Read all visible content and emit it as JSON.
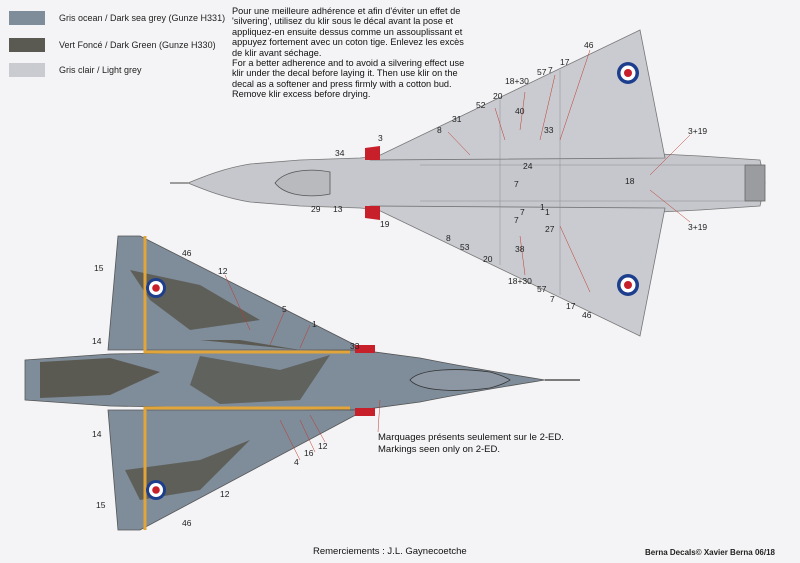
{
  "legend": [
    {
      "label": "Gris ocean / Dark sea grey (Gunze H331)",
      "color": "#7f8c9a"
    },
    {
      "label": "Vert Foncé / Dark Green (Gunze H330)",
      "color": "#5b5a52"
    },
    {
      "label": "Gris clair / Light grey",
      "color": "#c9cbd0"
    }
  ],
  "instructions": {
    "fr": "Pour une meilleure adhérence et afin d'éviter un effet de 'silvering', utilisez du klir sous le décal avant la pose et appliquez-en ensuite dessus comme un assouplissant et appuyez fortement avec un coton tige. Enlevez les excès de klir avant séchage.",
    "en": "For a better adherence and to avoid a silvering effect use klir under the decal before laying it. Then use klir on the decal as a softener and press firmly with a cotton bud. Remove klir excess before drying."
  },
  "note": {
    "fr": "Marquages présents seulement sur le 2-ED.",
    "en": "Markings seen only on 2-ED."
  },
  "thanks": "Remerciements : J.L. Gaynecoetche",
  "credit": "Berna Decals© Xavier Berna 06/18",
  "colors": {
    "dark_sea_grey": "#7f8c9a",
    "dark_green": "#5b5a52",
    "light_grey": "#c9cbd0",
    "roundel_blue": "#1d3e8c",
    "roundel_red": "#c8202a",
    "yellow_stripe": "#e1a53a",
    "callout_red": "#c0392b"
  },
  "top_view_callouts": [
    "46",
    "17",
    "7",
    "57",
    "18+30",
    "20",
    "40",
    "52",
    "31",
    "8",
    "3",
    "34",
    "33",
    "24",
    "7",
    "1",
    "7",
    "13",
    "29",
    "19",
    "8",
    "53",
    "20",
    "38",
    "27",
    "1",
    "7",
    "18+30",
    "57",
    "7",
    "17",
    "46",
    "3+19",
    "18",
    "3+19"
  ],
  "camo_view_callouts": [
    "46",
    "15",
    "12",
    "5",
    "1",
    "33",
    "14",
    "14",
    "12",
    "16",
    "4",
    "12",
    "15",
    "46"
  ]
}
